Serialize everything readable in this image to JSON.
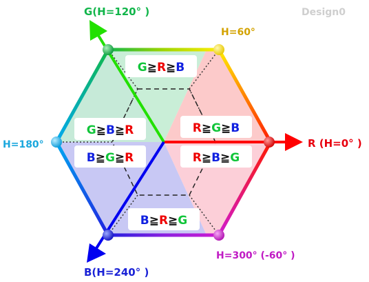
{
  "watermark": "Design0",
  "axes": {
    "r": {
      "label": "R (H=0°  )",
      "color": "#e8000e"
    },
    "g": {
      "label": "G(H=120°  )",
      "color": "#11b54a"
    },
    "b": {
      "label": "B(H=240°  )",
      "color": "#1a22d6"
    }
  },
  "vertices": {
    "h60": {
      "label": "H=60°",
      "color": "#d3a200"
    },
    "h180": {
      "label": "H=180°",
      "color": "#1aa7dd"
    },
    "h300": {
      "label": "H=300°  (-60°  )",
      "color": "#c01bc4"
    }
  },
  "regions": [
    {
      "order": [
        "G",
        "R",
        "B"
      ]
    },
    {
      "order": [
        "G",
        "B",
        "R"
      ]
    },
    {
      "order": [
        "R",
        "G",
        "B"
      ]
    },
    {
      "order": [
        "B",
        "G",
        "R"
      ]
    },
    {
      "order": [
        "R",
        "B",
        "G"
      ]
    },
    {
      "order": [
        "B",
        "R",
        "G"
      ]
    }
  ],
  "relation_symbol": "≧",
  "letter_colors": {
    "R": "#ee0000",
    "G": "#11c53a",
    "B": "#1020e0"
  }
}
